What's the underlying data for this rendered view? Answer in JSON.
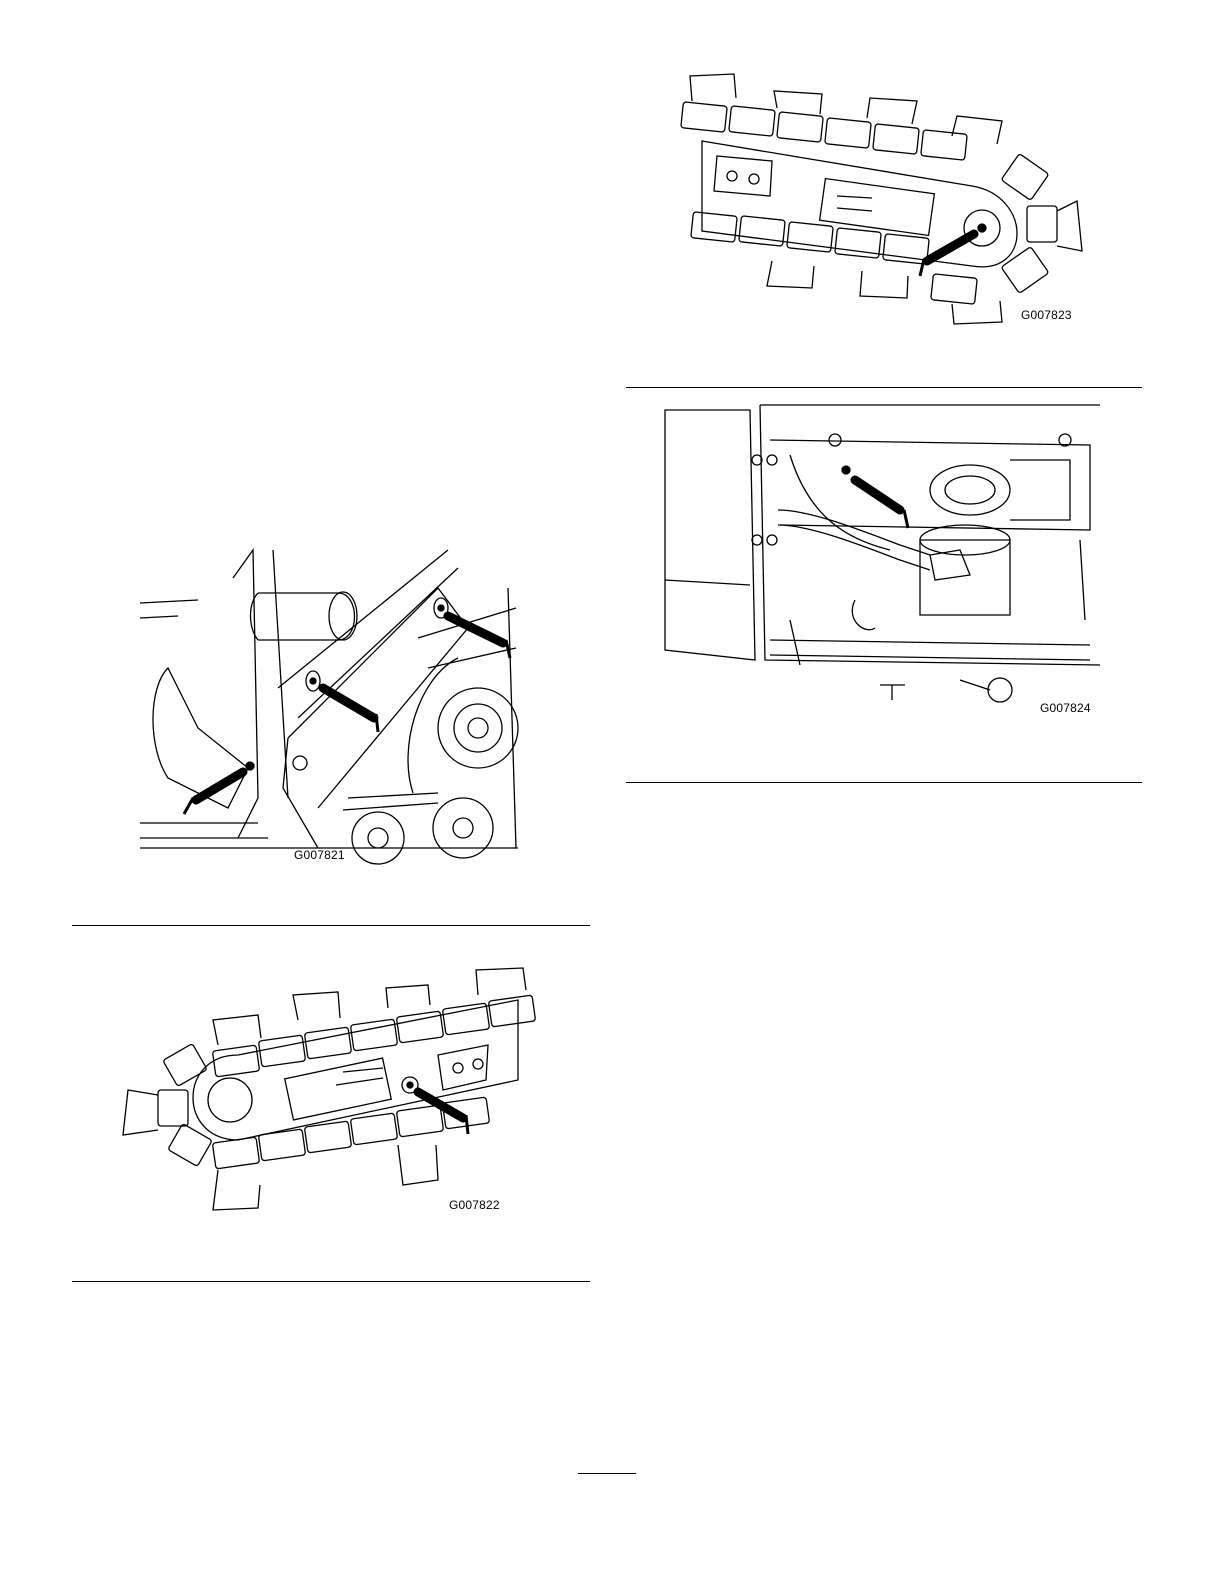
{
  "figures": [
    {
      "id": "G007821",
      "subject": "grease fittings on trencher boom pivot (three fittings)"
    },
    {
      "id": "G007822",
      "subject": "grease fitting on digging chain boom (lower end)"
    },
    {
      "id": "G007823",
      "subject": "grease fitting on digging chain boom (head roller)"
    },
    {
      "id": "G007824",
      "subject": "grease fitting on drive hub under cover"
    }
  ],
  "page_number": ""
}
